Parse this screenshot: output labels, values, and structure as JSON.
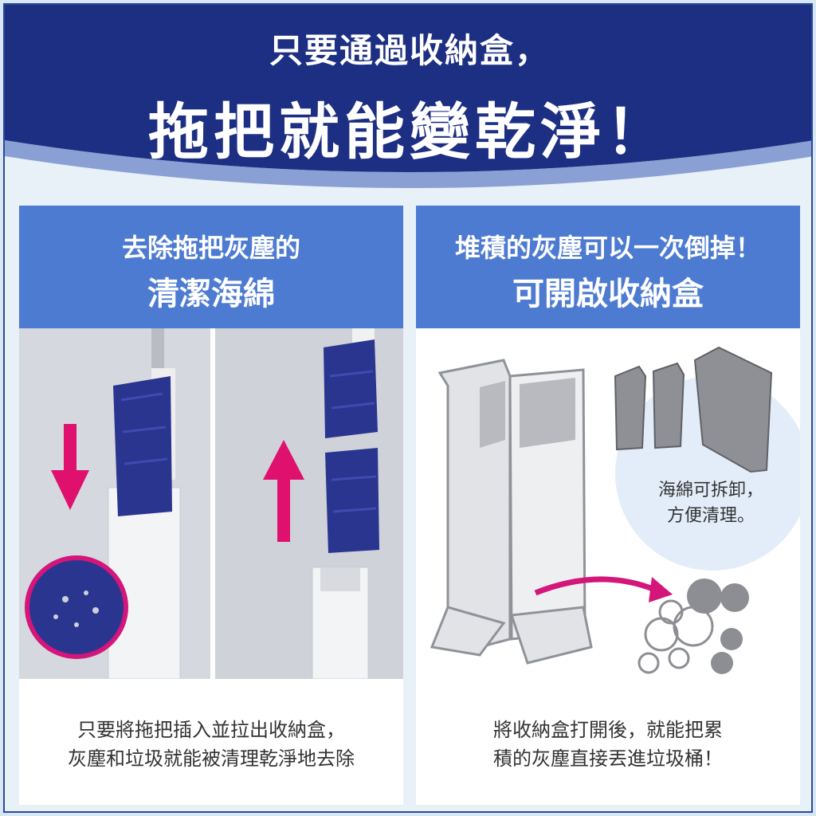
{
  "banner": {
    "line1": "只要通過收納盒，",
    "line2": "拖把就能變乾淨！"
  },
  "left_panel": {
    "header_line1": "去除拖把灰塵的",
    "header_line2": "清潔海綿",
    "caption_line1": "只要將拖把插入並拉出收納盒，",
    "caption_line2": "灰塵和垃圾就能被清理乾淨地去除"
  },
  "right_panel": {
    "header_line1": "堆積的灰塵可以一次倒掉！",
    "header_line2": "可開啟收納盒",
    "bubble_line1": "海綿可拆卸，",
    "bubble_line2": "方便清理。",
    "caption_line1": "將收納盒打開後，就能把累",
    "caption_line2": "積的灰塵直接丟進垃圾桶！"
  },
  "colors": {
    "banner_navy": "#1d2f82",
    "header_blue": "#4d7bd1",
    "arrow_pink": "#e0106e",
    "sponge_blue": "#2a3590"
  },
  "icons": [
    "down-arrow-icon",
    "up-arrow-icon",
    "curved-arrow-icon"
  ]
}
